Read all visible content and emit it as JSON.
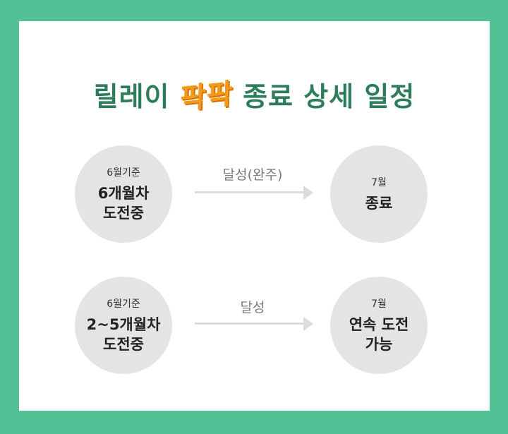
{
  "title": {
    "prefix": "릴레이",
    "highlight": "팍팍",
    "suffix": "종료 상세 일정"
  },
  "rows": [
    {
      "left": {
        "small": "6월기준",
        "big": "6개월차\n도전중"
      },
      "arrow_label": "달성(완주)",
      "right": {
        "small": "7월",
        "big": "종료"
      }
    },
    {
      "left": {
        "small": "6월기준",
        "big": "2~5개월차\n도전중"
      },
      "arrow_label": "달성",
      "right": {
        "small": "7월",
        "big": "연속 도전\n가능"
      }
    }
  ],
  "colors": {
    "background": "#53c196",
    "title": "#2e7d5a",
    "highlight": "#f39a1a",
    "circle": "#e4e4e4",
    "arrow": "#dcdcdc"
  }
}
